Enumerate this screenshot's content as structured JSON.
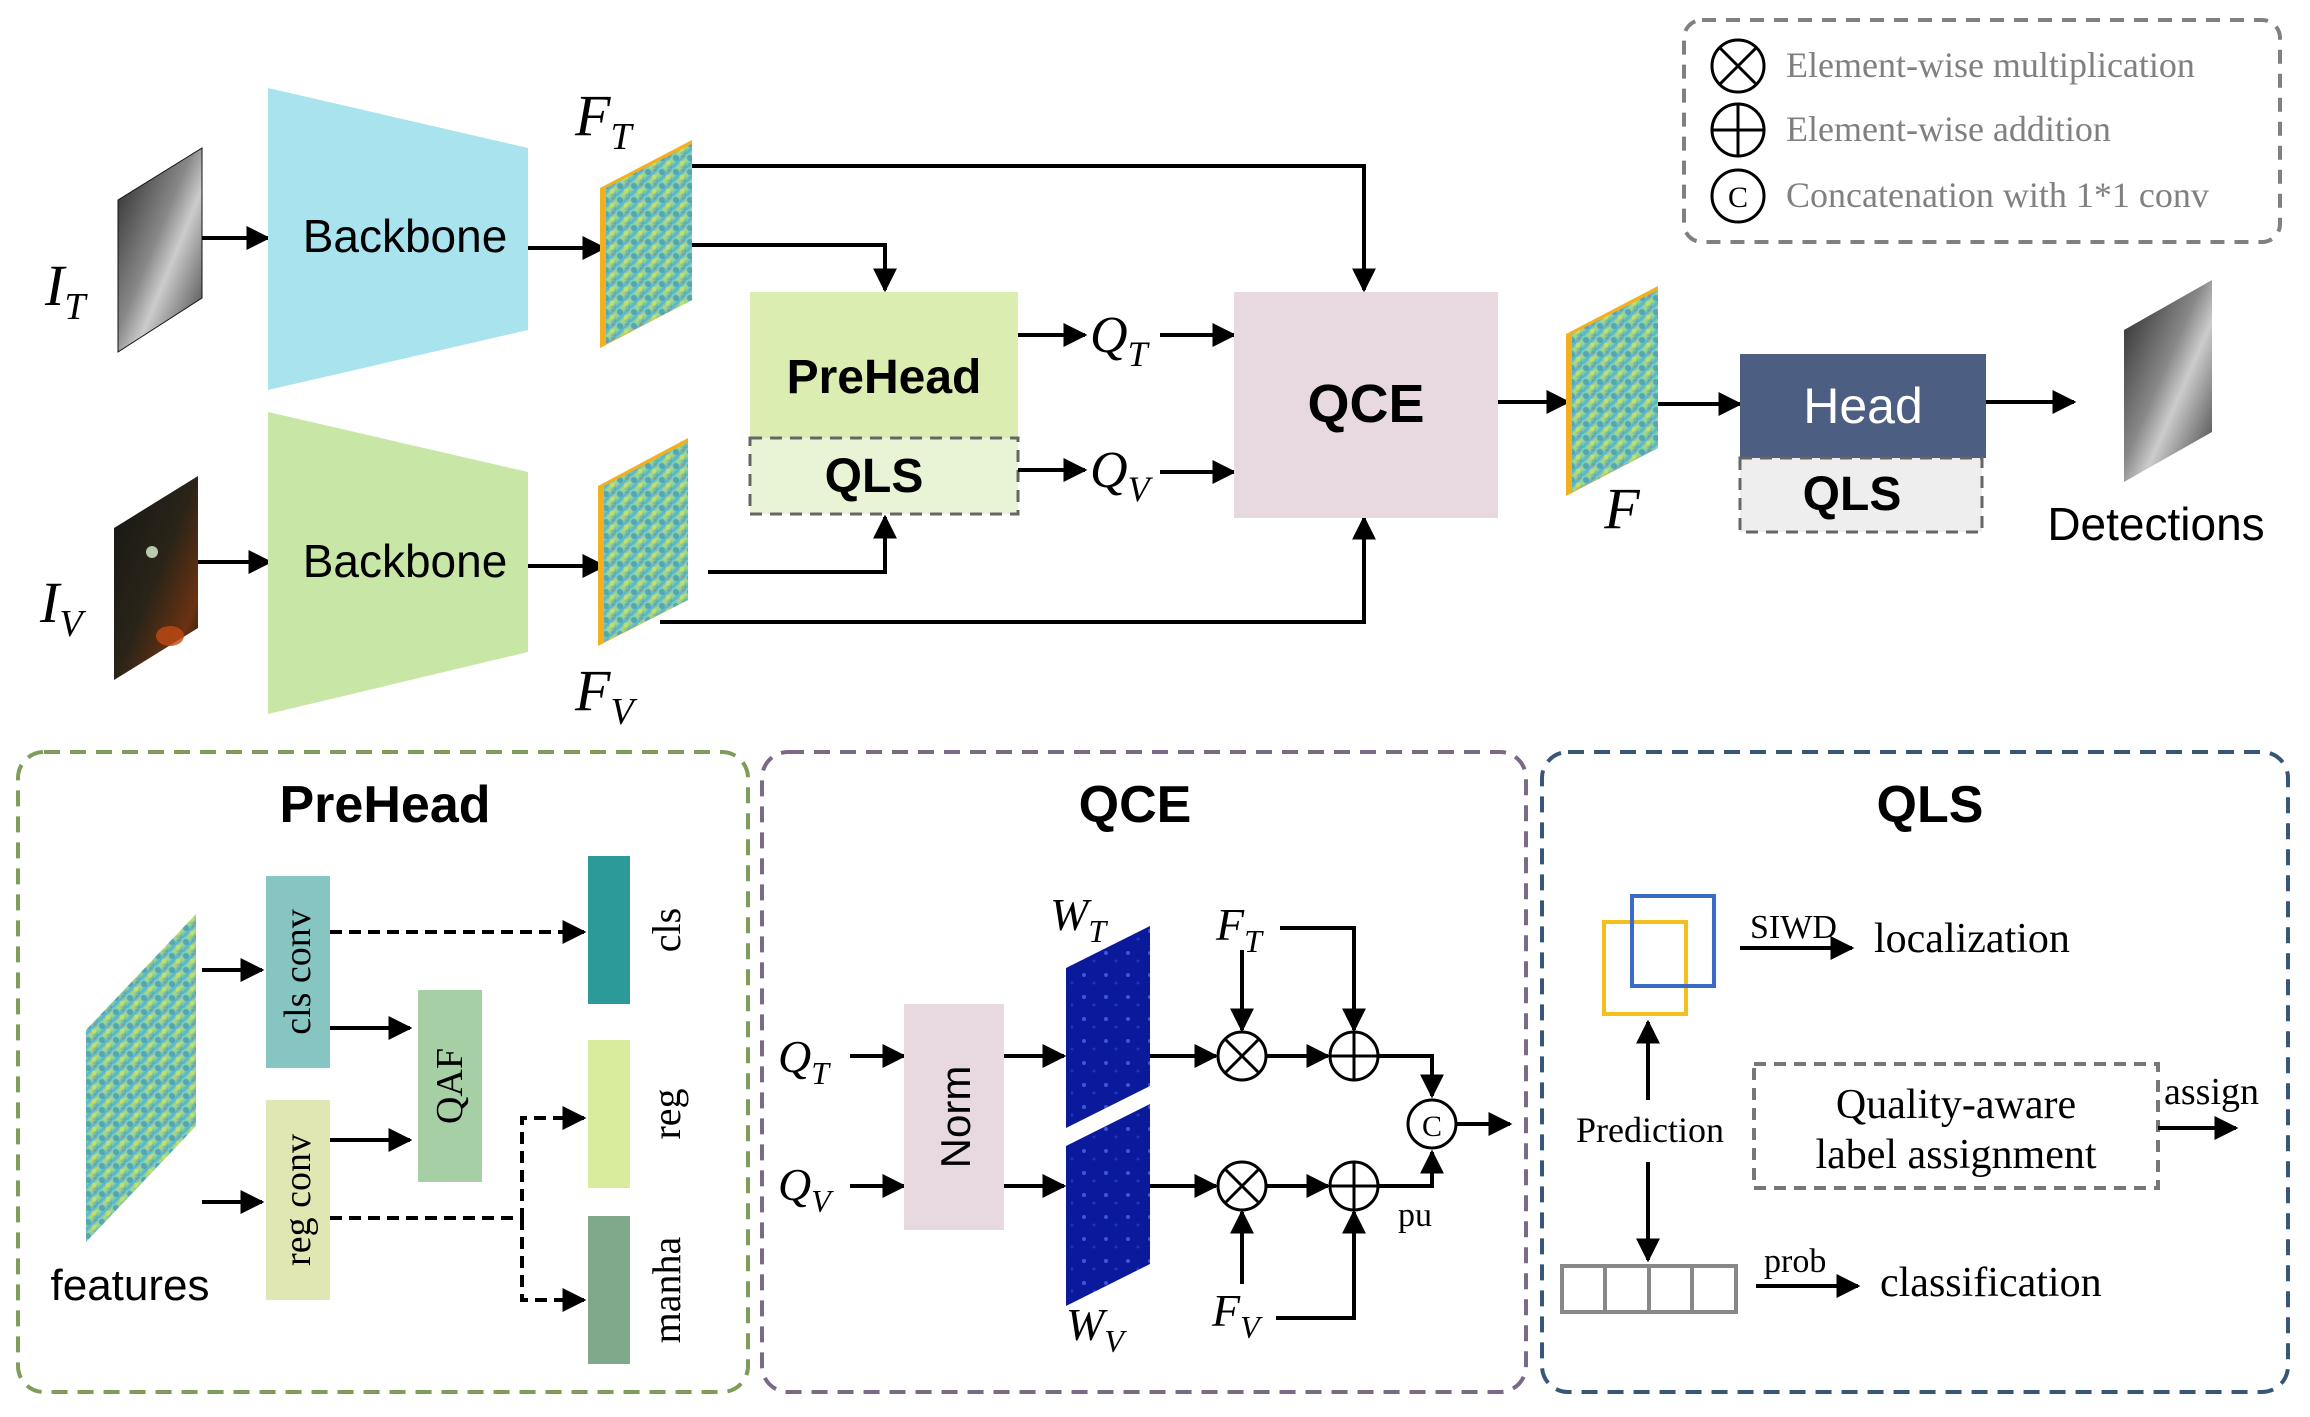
{
  "legend": {
    "items": [
      {
        "symbol": "multiply-symbol",
        "label": "Element-wise multiplication"
      },
      {
        "symbol": "add-symbol",
        "label": "Element-wise addition"
      },
      {
        "symbol": "concat-symbol",
        "symbol_text": "C",
        "label": "Concatenation with 1*1 conv"
      }
    ]
  },
  "top": {
    "input_t": {
      "main": "I",
      "sub": "T"
    },
    "input_v": {
      "main": "I",
      "sub": "V"
    },
    "backbone_t": "Backbone",
    "backbone_v": "Backbone",
    "feat_t": {
      "main": "F",
      "sub": "T"
    },
    "feat_v": {
      "main": "F",
      "sub": "V"
    },
    "prehead": "PreHead",
    "qls_pre": "QLS",
    "q_t": {
      "main": "Q",
      "sub": "T"
    },
    "q_v": {
      "main": "Q",
      "sub": "V"
    },
    "qce": "QCE",
    "feat_f": "F",
    "head": "Head",
    "qls_head": "QLS",
    "detections": "Detections"
  },
  "prehead_panel": {
    "title": "PreHead",
    "features": "features",
    "cls_conv": "cls conv",
    "reg_conv": "reg conv",
    "qaf": "QAF",
    "cls": "cls",
    "reg": "reg",
    "manha": "manha"
  },
  "qce_panel": {
    "title": "QCE",
    "q_t": {
      "main": "Q",
      "sub": "T"
    },
    "q_v": {
      "main": "Q",
      "sub": "V"
    },
    "norm": "Norm",
    "w_t": {
      "main": "W",
      "sub": "T"
    },
    "w_v": {
      "main": "W",
      "sub": "V"
    },
    "f_t": {
      "main": "F",
      "sub": "T"
    },
    "f_v": {
      "main": "F",
      "sub": "V"
    },
    "concat": "C",
    "pu": "pu"
  },
  "qls_panel": {
    "title": "QLS",
    "siwd": "SIWD",
    "localization": "localization",
    "prediction": "Prediction",
    "quality_line1": "Quality-aware",
    "quality_line2": "label assignment",
    "assign": "assign",
    "prob": "prob",
    "classification": "classification"
  },
  "colors": {
    "backbone_t": "#a8e3ee",
    "backbone_v": "#c8e6a6",
    "prehead": "#dcedb2",
    "qls_light": "#e9f3d6",
    "qce": "#e8d9e1",
    "head": "#4c5e81",
    "panel_prehead": "#7e9c5a",
    "panel_qce": "#7a6a86",
    "panel_qls": "#385778",
    "cls_conv": "#86c5c2",
    "reg_conv": "#e0e7b2",
    "cls": "#2d9a9a",
    "reg": "#d9eb9d",
    "manha": "#80a98c"
  }
}
